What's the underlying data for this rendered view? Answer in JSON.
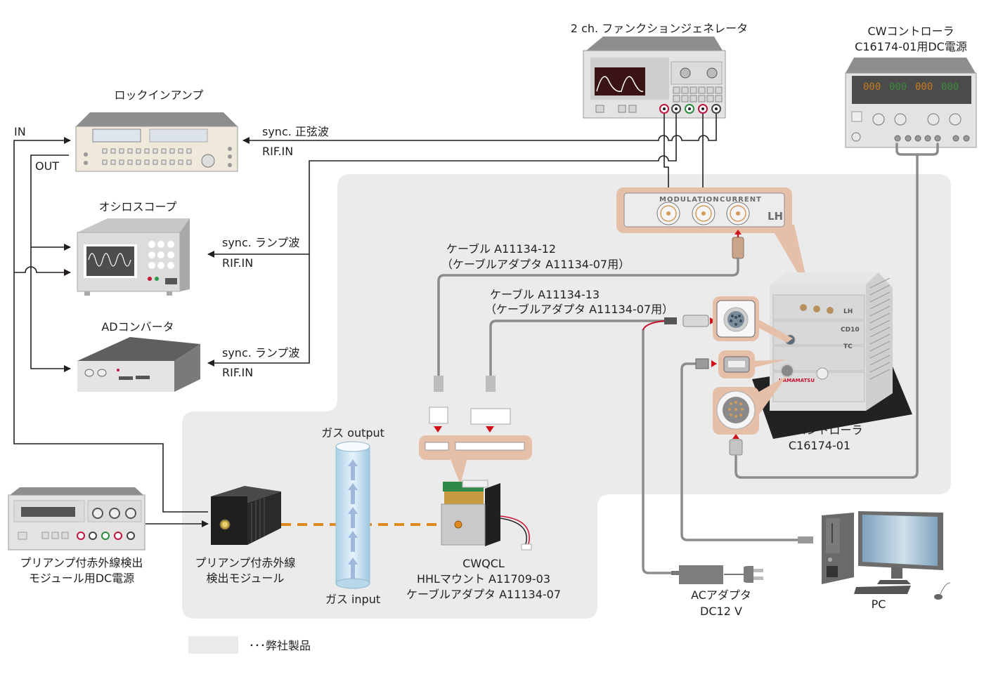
{
  "colors": {
    "panel_bg": "#ebebeb",
    "callout": "#e6bfa9",
    "arrow_red": "#d0121b",
    "beam_orange": "#e08a1e",
    "wire": "#231f20",
    "cable": "#8c8c8c"
  },
  "devices": {
    "function_generator": {
      "label": "2 ch. ファンクションジェネレータ"
    },
    "cw_power_supply": {
      "label_line1": "CWコントローラ",
      "label_line2": "C16174-01用DC電源",
      "display_digits": [
        "000",
        "000",
        "000",
        "000"
      ]
    },
    "lockin_amp": {
      "label": "ロックインアンプ"
    },
    "oscilloscope": {
      "label": "オシロスコープ"
    },
    "ad_converter": {
      "label": "ADコンバータ"
    },
    "detector_power": {
      "label_line1": "プリアンプ付赤外線検出",
      "label_line2": "モジュール用DC電源"
    },
    "detector_module": {
      "label_line1": "プリアンプ付赤外線",
      "label_line2": "検出モジュール"
    },
    "gas_cell": {
      "top_label": "ガス output",
      "bottom_label": "ガス input"
    },
    "cwqcl": {
      "label_line1": "CWQCL",
      "label_line2": "HHLマウント A11709-03",
      "label_line3": "ケーブルアダプタ A11134-07"
    },
    "cw_controller": {
      "label_line1": "CWコントローラ",
      "label_line2": "C16174-01",
      "module_labels": [
        "LH",
        "CD10",
        "TC"
      ],
      "brand": "HAMAMATSU"
    },
    "ac_adapter": {
      "label_line1": "ACアダプタ",
      "label_line2": "DC12 V"
    },
    "pc": {
      "label": "PC"
    }
  },
  "signals": {
    "lockin_in": "IN",
    "lockin_out": "OUT",
    "lockin_sync": "sync. 正弦波",
    "lockin_rif": "RIF.IN",
    "osc_sync": "sync. ランプ波",
    "osc_rif": "RIF.IN",
    "adc_sync": "sync. ランプ波",
    "adc_rif": "RIF.IN"
  },
  "cables": {
    "cable12_line1": "ケーブル A11134-12",
    "cable12_line2": "（ケーブルアダプタ A11134-07用）",
    "cable13_line1": "ケーブル A11134-13",
    "cable13_line2": "（ケーブルアダプタ A11134-07用）"
  },
  "lh_callout": {
    "modulation_label": "MODULATION",
    "current_label": "CURRENT",
    "module_tag": "LH"
  },
  "legend": {
    "text": "･･･弊社製品"
  }
}
